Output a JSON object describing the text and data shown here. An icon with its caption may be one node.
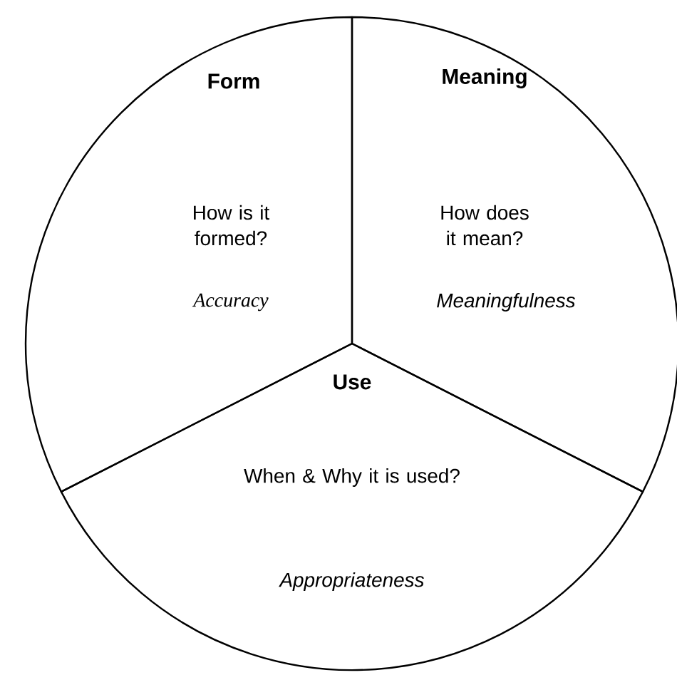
{
  "diagram": {
    "nodes": [
      {
        "text": [
          "Form",
          "How is it formed?",
          "Accuracy"
        ]
      },
      {
        "text": [
          "Meaning",
          "How does it mean?",
          "Meaningfulness"
        ]
      },
      {
        "text": [
          "Use",
          "When & Why it is used?",
          "Appropriateness"
        ]
      }
    ]
  }
}
